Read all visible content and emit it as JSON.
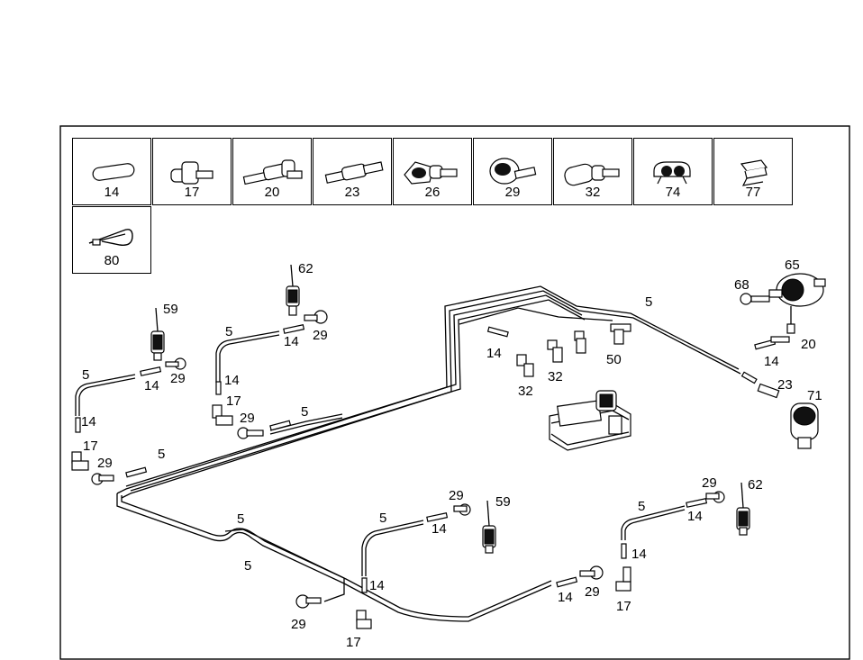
{
  "legend": [
    {
      "id": "14",
      "icon": "sleeve-icon"
    },
    {
      "id": "17",
      "icon": "t-connector-icon"
    },
    {
      "id": "20",
      "icon": "elbow-connector-icon"
    },
    {
      "id": "23",
      "icon": "straight-connector-icon"
    },
    {
      "id": "26",
      "icon": "elbow-fitting-icon"
    },
    {
      "id": "29",
      "icon": "angled-fitting-icon"
    },
    {
      "id": "32",
      "icon": "cylinder-fitting-icon"
    },
    {
      "id": "74",
      "icon": "clip-icon"
    },
    {
      "id": "77",
      "icon": "bracket-clip-icon"
    },
    {
      "id": "80",
      "icon": "cable-tie-icon"
    }
  ],
  "callouts": {
    "c62a": "62",
    "c59a": "59",
    "c65": "65",
    "c68": "68",
    "c5a": "5",
    "c5b": "5",
    "c14a": "14",
    "c29a": "29",
    "c14b": "14",
    "c32a": "32",
    "c32b": "32",
    "c50": "50",
    "c20": "20",
    "c14c": "14",
    "c23": "23",
    "c71": "71",
    "c5c": "5",
    "c14d": "14",
    "c29b": "29",
    "c5d": "5",
    "c14e": "14",
    "c17a": "17",
    "c29c": "29",
    "c5e": "5",
    "c14f": "14",
    "c17b": "17",
    "c29d": "29",
    "c5f": "5",
    "c29e": "29",
    "c59b": "59",
    "c5g": "5",
    "c14g": "14",
    "c29f": "29",
    "c62b": "62",
    "c5h": "5",
    "c14h": "14",
    "c14i": "14",
    "c5i": "5",
    "c5j": "5",
    "c14j": "14",
    "c14k": "14",
    "c29g": "29",
    "c17c": "17",
    "c29h": "29",
    "c17d": "17"
  }
}
